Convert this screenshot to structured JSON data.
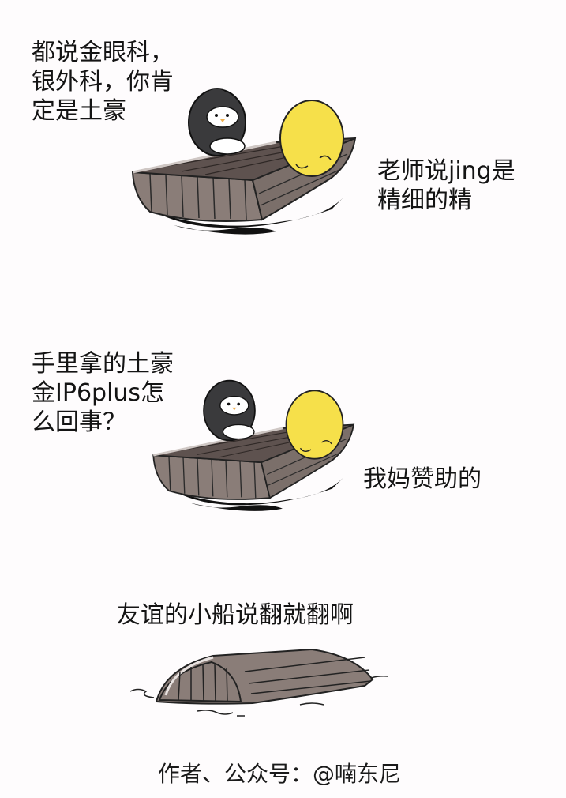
{
  "comic": {
    "panels": [
      {
        "id": 1,
        "left_speech": "都说金眼科，\n银外科，你肯\n定是土豪",
        "right_speech": "老师说jing是\n精细的精",
        "characters": [
          "black-penguin",
          "yellow-chick"
        ],
        "scene": "two characters sitting in a wooden rowboat on dark water"
      },
      {
        "id": 2,
        "left_speech": "手里拿的土豪\n金IP6plus怎\n么回事？",
        "right_speech": "我妈赞助的",
        "characters": [
          "black-penguin",
          "yellow-chick"
        ],
        "scene": "two characters sitting in a wooden rowboat on dark water"
      },
      {
        "id": 3,
        "caption": "友谊的小船说翻就翻啊",
        "scene": "capsized wooden boat floating upside down on water"
      }
    ],
    "footer": "作者、公众号：@喃东尼",
    "colors": {
      "background": "#fefcfd",
      "boat_wood": "#8a7d78",
      "boat_deck": "#5e524f",
      "penguin": "#3a3a3c",
      "chick": "#f6e04a",
      "water": "#111111"
    }
  }
}
